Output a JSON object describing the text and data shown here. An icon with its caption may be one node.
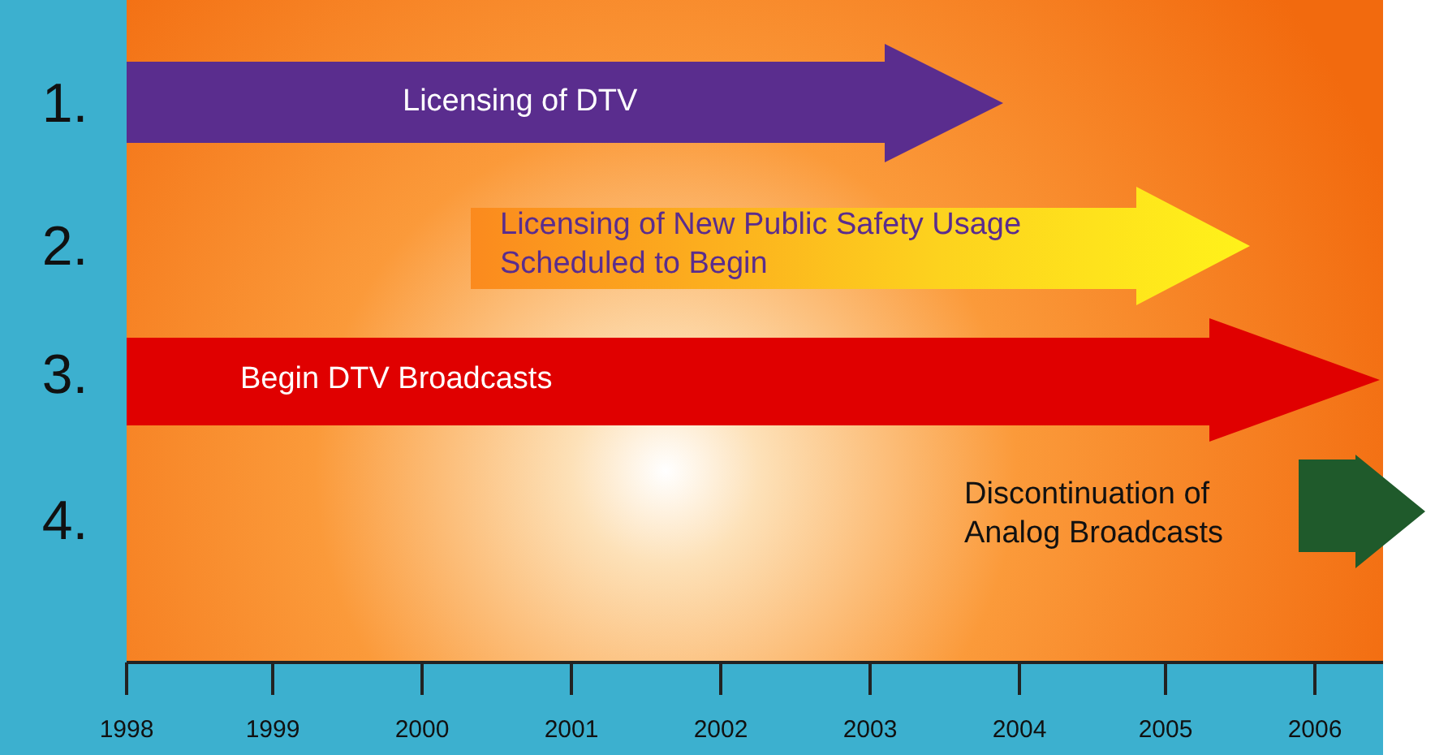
{
  "diagram": {
    "nodes": [
      {
        "text": [
          "Licensing of DTV"
        ]
      },
      {
        "text": [
          "Licensing of New Public Safety Usage Scheduled to Begin"
        ]
      },
      {
        "text": [
          "Begin DTV Broadcasts"
        ]
      },
      {
        "text": [],
        "shape": "arrow"
      }
    ],
    "edges": [],
    "labels": [
      "1.",
      "2.",
      "3.",
      "4.",
      "Discontinuation of Analog Broadcasts",
      "1998",
      "1999",
      "2000",
      "2001",
      "2002",
      "2003",
      "2004",
      "2005",
      "2006"
    ]
  }
}
